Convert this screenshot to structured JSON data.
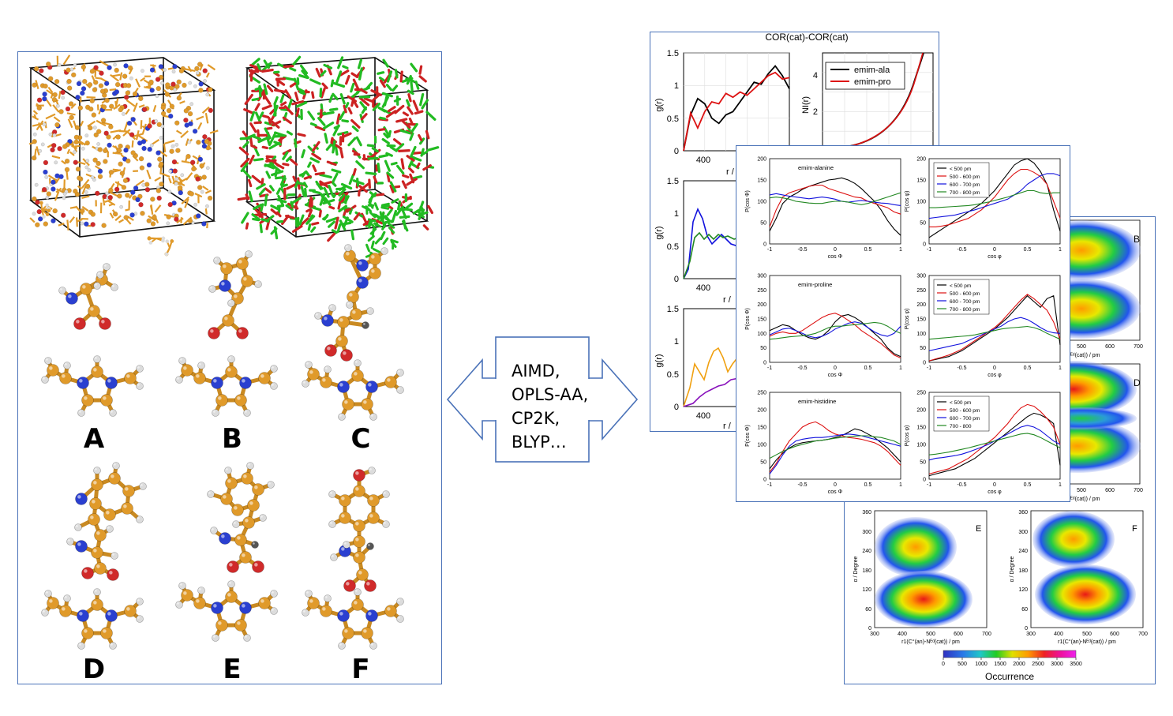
{
  "molecule_labels": [
    "A",
    "B",
    "C",
    "D",
    "E",
    "F"
  ],
  "arrow_lines": [
    "AIMD,",
    "OPLS-AA,",
    "CP2K,",
    "BLYP…"
  ],
  "colors": {
    "panel_border": "#4a72b8",
    "carbon": "#e09a2a",
    "nitrogen": "#2a3fd0",
    "oxygen": "#d02a2a",
    "hydrogen": "#dcdcdc",
    "cation_sticks": "#22bb22",
    "anion_sticks": "#cc2222"
  },
  "back_panel": {
    "title": "COR(cat)-COR(cat)",
    "ylabel_left": "g(r)",
    "ylabel_right": "NI(r)",
    "xlabel": "r /",
    "xtick": "400",
    "legend": [
      "emim-ala",
      "emim-pro"
    ]
  },
  "mid_panel": {
    "titles": [
      "emim-alanine",
      "emim-proline",
      "emim-histidine"
    ],
    "xlabel_left": "cos Φ",
    "xlabel_right": "cos φ",
    "ylabel_left": "P(cos Φ)",
    "ylabel_right": "P(cos φ)",
    "xticks": [
      "-1",
      "-0.5",
      "0",
      "0.5",
      "1"
    ],
    "legend_a": [
      "< 500 pm",
      "500 - 600 pm",
      "600 - 700 pm",
      "700 - 800 pm"
    ],
    "legend_b": [
      "< 500 pm",
      "500 - 600 pm",
      "600 - 700 pm",
      "700 - 800"
    ]
  },
  "right_panel": {
    "letters": [
      "B",
      "D",
      "E",
      "F"
    ],
    "ylabel": "α / Degree",
    "xlabel": "r1(C°(an)-Nᴱᵈ(cat)) / pm",
    "xlabel_short": "an)-Nᴱᵈ(cat)) / pm",
    "xticks": [
      "300",
      "400",
      "500",
      "600",
      "700"
    ],
    "yticks": [
      "0",
      "60",
      "120",
      "180",
      "240",
      "300",
      "360"
    ],
    "colorbar_ticks": [
      "0",
      "500",
      "1000",
      "1500",
      "2000",
      "2500",
      "3000",
      "3500"
    ],
    "colorbar_label": "Occurrence"
  },
  "chart_data": [
    {
      "type": "line",
      "title": "COR(cat)-COR(cat)",
      "ylabel": "g(r)",
      "xlabel": "r /",
      "ylim": [
        0,
        1.5
      ],
      "yticks": [
        "0",
        "0.5",
        "1",
        "1.5"
      ],
      "series": [
        {
          "name": "emim-ala",
          "color": "#000000",
          "values": [
            0.0,
            0.55,
            0.8,
            0.72,
            0.5,
            0.42,
            0.55,
            0.6,
            0.75,
            0.9,
            1.05,
            1.02,
            1.18,
            1.3,
            1.15,
            0.95
          ]
        },
        {
          "name": "emim-pro",
          "color": "#dd1111",
          "values": [
            0.0,
            0.58,
            0.35,
            0.6,
            0.75,
            0.72,
            0.88,
            0.82,
            0.9,
            0.85,
            0.95,
            1.05,
            1.15,
            1.2,
            1.1,
            1.12
          ]
        }
      ]
    }
  ]
}
